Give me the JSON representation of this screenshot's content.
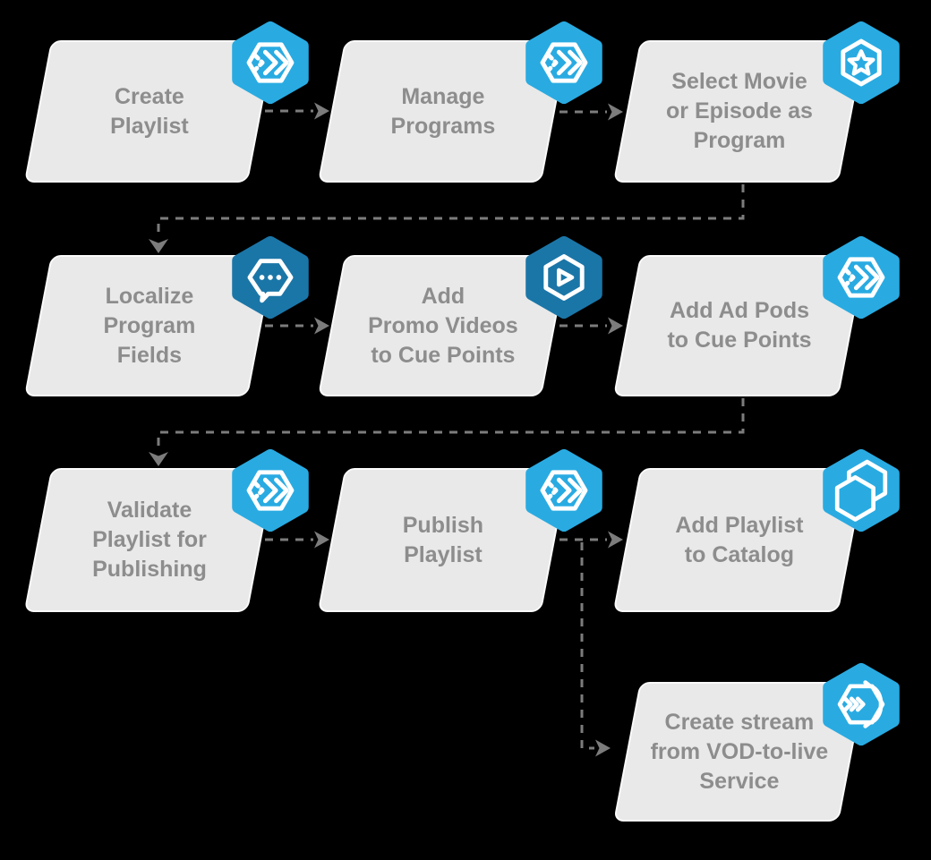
{
  "colors": {
    "bg": "#000000",
    "box_fill": "#e9e9e9",
    "box_border": "#fbfbfb",
    "text": "#8d8d8d",
    "connector": "#7c7c7c",
    "badge_light": "#29abe2",
    "badge_dark": "#1b76a8"
  },
  "flow": {
    "steps": [
      {
        "label": "Create\nPlaylist",
        "icon": "fast-forward-icon",
        "badge": "light"
      },
      {
        "label": "Manage\nPrograms",
        "icon": "fast-forward-icon",
        "badge": "light"
      },
      {
        "label": "Select Movie\nor Episode as\nProgram",
        "icon": "star-icon",
        "badge": "light"
      },
      {
        "label": "Localize\nProgram\nFields",
        "icon": "speech-bubble-icon",
        "badge": "dark"
      },
      {
        "label": "Add\nPromo Videos\nto Cue Points",
        "icon": "play-icon",
        "badge": "dark"
      },
      {
        "label": "Add Ad Pods\nto Cue Points",
        "icon": "fast-forward-icon",
        "badge": "light"
      },
      {
        "label": "Validate\nPlaylist for\nPublishing",
        "icon": "fast-forward-icon",
        "badge": "light"
      },
      {
        "label": "Publish\nPlaylist",
        "icon": "fast-forward-icon",
        "badge": "light"
      },
      {
        "label": "Add Playlist\nto Catalog",
        "icon": "catalog-icon",
        "badge": "light"
      },
      {
        "label": "Create stream\nfrom VOD-to-live\nService",
        "icon": "vod-to-live-icon",
        "badge": "light"
      }
    ],
    "connections": [
      {
        "from": 0,
        "to": 1
      },
      {
        "from": 1,
        "to": 2
      },
      {
        "from": 2,
        "to": 3
      },
      {
        "from": 3,
        "to": 4
      },
      {
        "from": 4,
        "to": 5
      },
      {
        "from": 5,
        "to": 6
      },
      {
        "from": 6,
        "to": 7
      },
      {
        "from": 7,
        "to": 8
      },
      {
        "from": 7,
        "to": 9
      }
    ]
  }
}
